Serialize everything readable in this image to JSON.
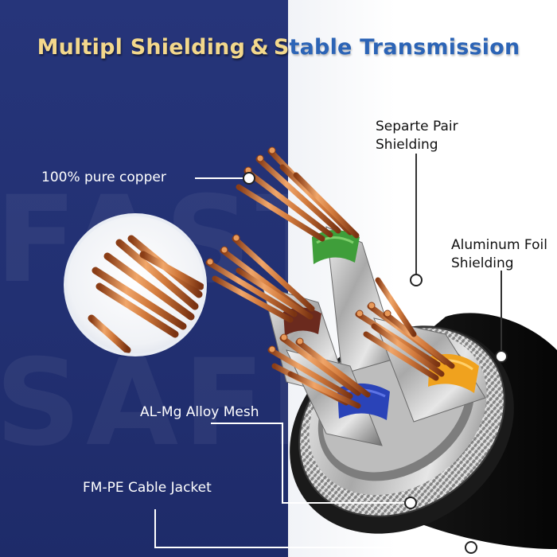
{
  "title": {
    "part1": "Multipl Shielding",
    "connector": "&",
    "part2_a": "S",
    "part2_b": "table Transmission"
  },
  "watermark": {
    "line1": "FAST",
    "line2": "SAFE"
  },
  "labels": {
    "copper": "100% pure copper",
    "pair_shielding_line1": "Separte Pair",
    "pair_shielding_line2": "Shielding",
    "foil_line1": "Aluminum Foil",
    "foil_line2": "Shielding",
    "mesh": "AL-Mg Alloy Mesh",
    "jacket": "FM-PE Cable Jacket"
  },
  "colors": {
    "panel_blue": "#223072",
    "title_gold": "#f3d88c",
    "title_blue": "#2c64b6",
    "copper": "#d27a3c",
    "pair_green": "#3f9e3a",
    "pair_orange": "#f0a21e",
    "pair_blue": "#2a43b8",
    "pair_brown": "#6b2a1e",
    "jacket": "#151515"
  }
}
